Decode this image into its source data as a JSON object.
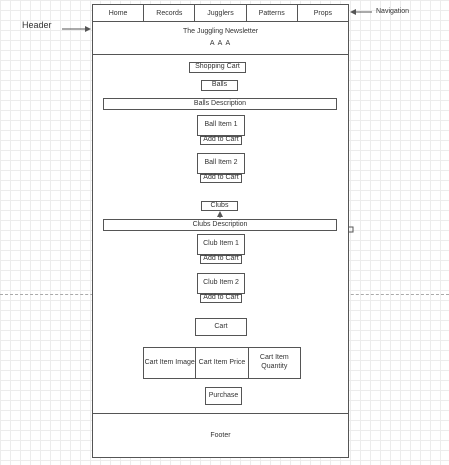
{
  "annotations": {
    "header_label": "Header",
    "navigation_label": "Navigation"
  },
  "nav": [
    "Home",
    "Records",
    "Jugglers",
    "Patterns",
    "Props"
  ],
  "header": {
    "title": "The Juggling Newsletter",
    "font_controls": "A A A"
  },
  "sections": {
    "shopping_cart": "Shopping Cart",
    "balls": "Balls",
    "balls_description": "Balls Description",
    "ball_item_1": "Ball Item 1",
    "ball_item_2": "Ball Item 2",
    "clubs": "Clubs",
    "clubs_description": "Clubs Description",
    "club_item_1": "Club Item 1",
    "club_item_2": "Club Item 2",
    "add_to_cart": "Add to Cart",
    "cart": "Cart",
    "purchase": "Purchase"
  },
  "cart_table": [
    "Cart Item Image",
    "Cart Item Price",
    "Cart Item Quantity"
  ],
  "footer": "Footer"
}
